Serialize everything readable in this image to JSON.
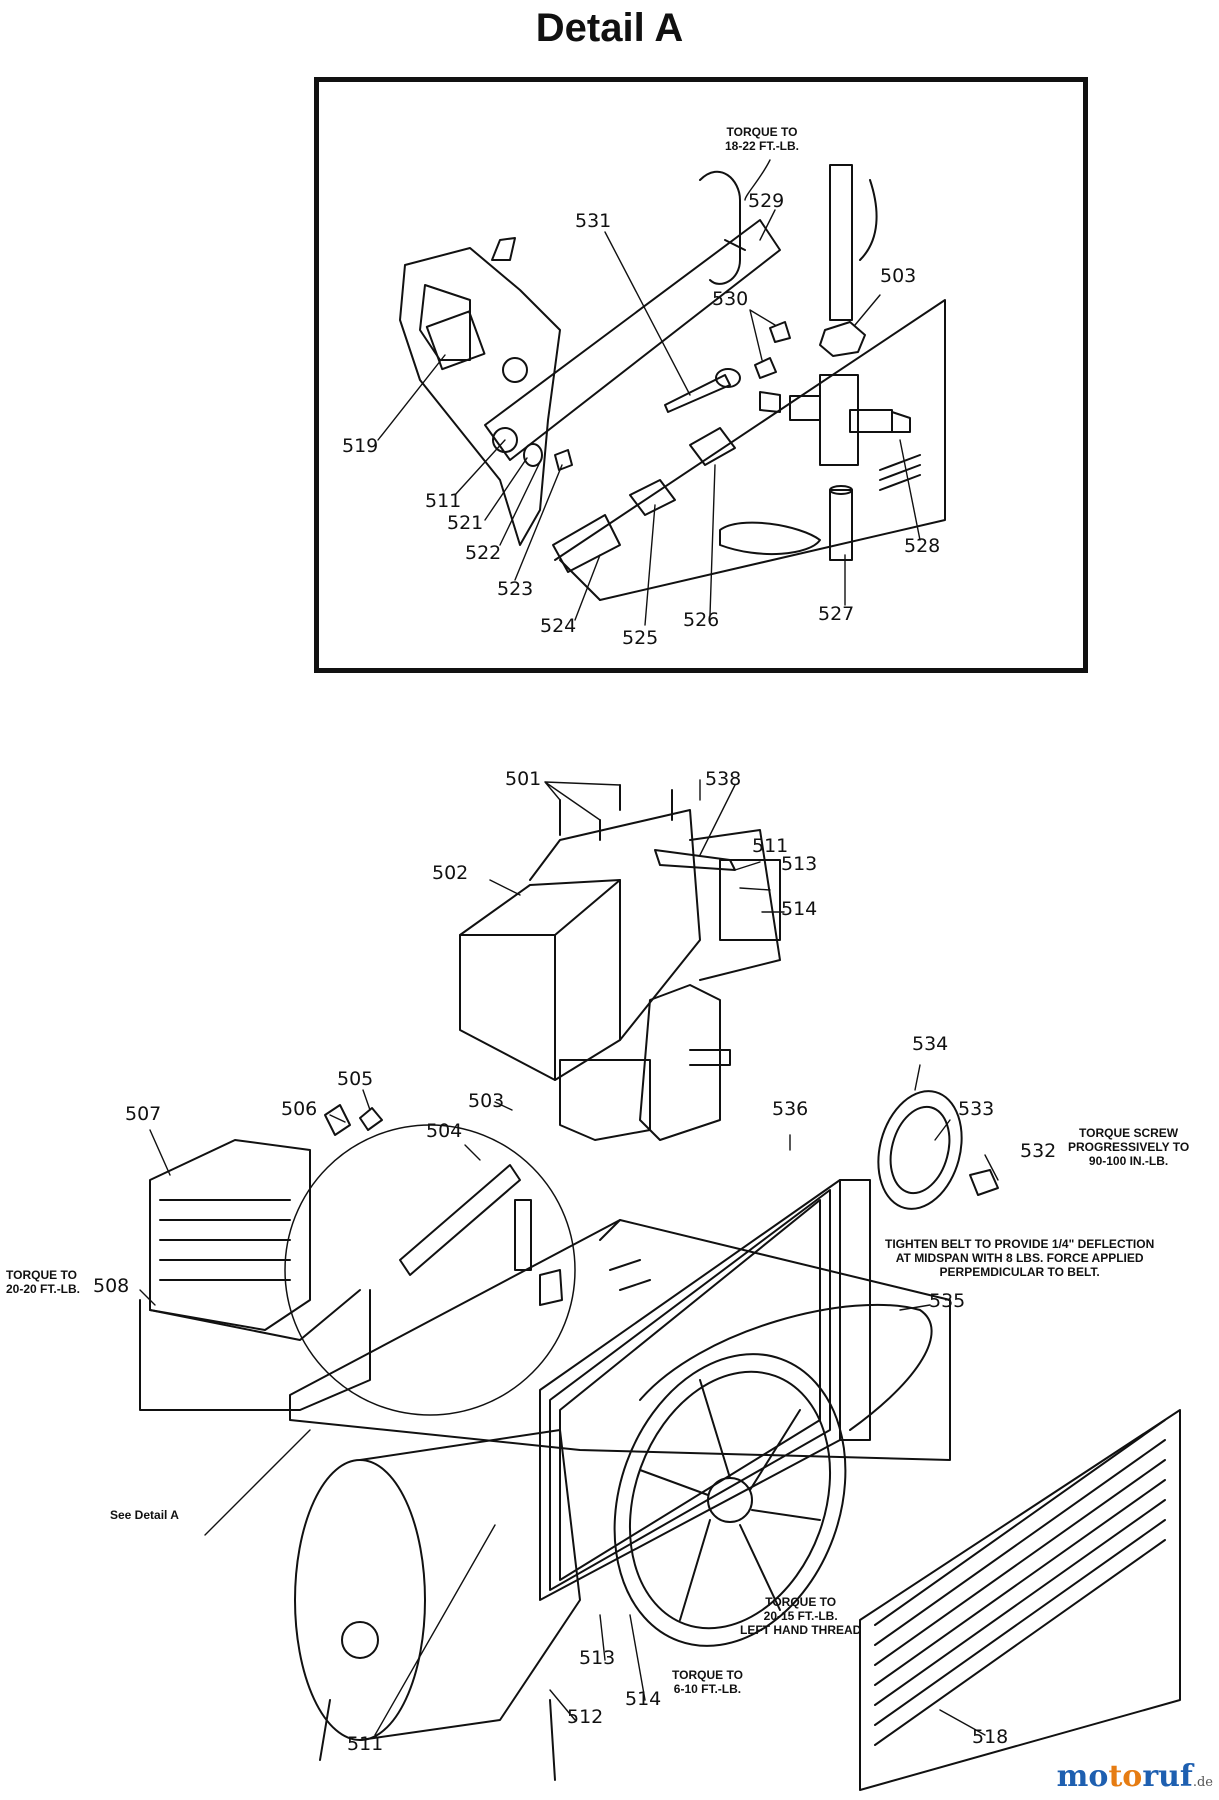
{
  "title": "Detail A",
  "detail_callouts": [
    {
      "id": "d503",
      "label": "503"
    },
    {
      "id": "d511",
      "label": "511"
    },
    {
      "id": "d519",
      "label": "519"
    },
    {
      "id": "d521",
      "label": "521"
    },
    {
      "id": "d522",
      "label": "522"
    },
    {
      "id": "d523",
      "label": "523"
    },
    {
      "id": "d524",
      "label": "524"
    },
    {
      "id": "d525",
      "label": "525"
    },
    {
      "id": "d526",
      "label": "526"
    },
    {
      "id": "d527",
      "label": "527"
    },
    {
      "id": "d528",
      "label": "528"
    },
    {
      "id": "d529",
      "label": "529"
    },
    {
      "id": "d530",
      "label": "530"
    },
    {
      "id": "d531",
      "label": "531"
    }
  ],
  "main_callouts": [
    {
      "id": "m501",
      "label": "501"
    },
    {
      "id": "m502",
      "label": "502"
    },
    {
      "id": "m503",
      "label": "503"
    },
    {
      "id": "m504",
      "label": "504"
    },
    {
      "id": "m505",
      "label": "505"
    },
    {
      "id": "m506",
      "label": "506"
    },
    {
      "id": "m507",
      "label": "507"
    },
    {
      "id": "m508",
      "label": "508"
    },
    {
      "id": "m511a",
      "label": "511"
    },
    {
      "id": "m511b",
      "label": "511"
    },
    {
      "id": "m512",
      "label": "512"
    },
    {
      "id": "m513a",
      "label": "513"
    },
    {
      "id": "m513b",
      "label": "513"
    },
    {
      "id": "m514a",
      "label": "514"
    },
    {
      "id": "m514b",
      "label": "514"
    },
    {
      "id": "m518",
      "label": "518"
    },
    {
      "id": "m532",
      "label": "532"
    },
    {
      "id": "m533",
      "label": "533"
    },
    {
      "id": "m534",
      "label": "534"
    },
    {
      "id": "m535",
      "label": "535"
    },
    {
      "id": "m536",
      "label": "536"
    },
    {
      "id": "m538",
      "label": "538"
    }
  ],
  "notes": {
    "torque_detail": [
      "TORQUE TO",
      "18-22 FT.-LB."
    ],
    "torque_screw": [
      "TORQUE SCREW",
      "PROGRESSIVELY TO",
      "90-100 IN.-LB."
    ],
    "belt": [
      "TIGHTEN BELT TO PROVIDE 1/4\" DEFLECTION",
      "AT MIDSPAN WITH 8 LBS. FORCE APPLIED",
      "PERPEMDICULAR TO BELT."
    ],
    "torque_508": [
      "TORQUE TO",
      "20-20 FT.-LB."
    ],
    "see_detail": "See Detail A",
    "torque_pulley": [
      "TORQUE TO",
      "20-15 FT.-LB.",
      "LEFT HAND THREAD"
    ],
    "torque_514": [
      "TORQUE TO",
      "6-10 FT.-LB."
    ]
  },
  "watermark": {
    "part1": "mo",
    "part2": "to",
    "part3": "ruf",
    "suffix": ".de"
  }
}
